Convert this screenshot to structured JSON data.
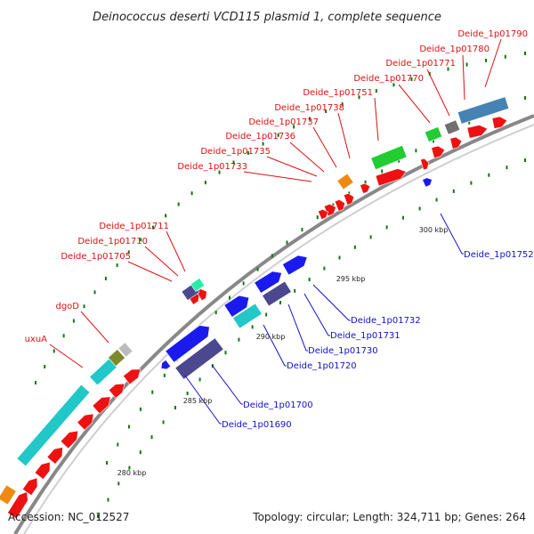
{
  "title": "Deinococcus deserti VCD115 plasmid 1, complete sequence",
  "accession": "Accession: NC_012527",
  "topology": "Topology: circular; Length: 324,711 bp; Genes: 264",
  "colors": {
    "cds_red": "#ee1111",
    "forward_blue": "#1a1aee",
    "purple": "#4b4890",
    "cyan": "#22c8c8",
    "green": "#22cc33",
    "steelblue": "#4682b4",
    "gray": "#707070",
    "orange": "#ee8a11",
    "olive": "#7e8a2a",
    "label_red": "#dd1111",
    "label_blue": "#1111cc",
    "backbone": "#888888",
    "gc_tick": "#117711"
  },
  "scale_labels": [
    "280 kbp",
    "285 kbp",
    "290 kbp",
    "295 kbp",
    "300 kbp"
  ],
  "labels_top": [
    "Deide_1p01790",
    "Deide_1p01780",
    "Deide_1p01771",
    "Deide_1p01770",
    "Deide_1p01751",
    "Deide_1p01738",
    "Deide_1p01737",
    "Deide_1p01736",
    "Deide_1p01735",
    "Deide_1p01733",
    "Deide_1p01711",
    "Deide_1p01710",
    "Deide_1p01705",
    "dgoD",
    "uxuA"
  ],
  "labels_right": [
    "Deide_1p01752",
    "Deide_1p01732",
    "Deide_1p01731",
    "Deide_1p01730",
    "Deide_1p01720",
    "Deide_1p01700",
    "Deide_1p01690"
  ]
}
